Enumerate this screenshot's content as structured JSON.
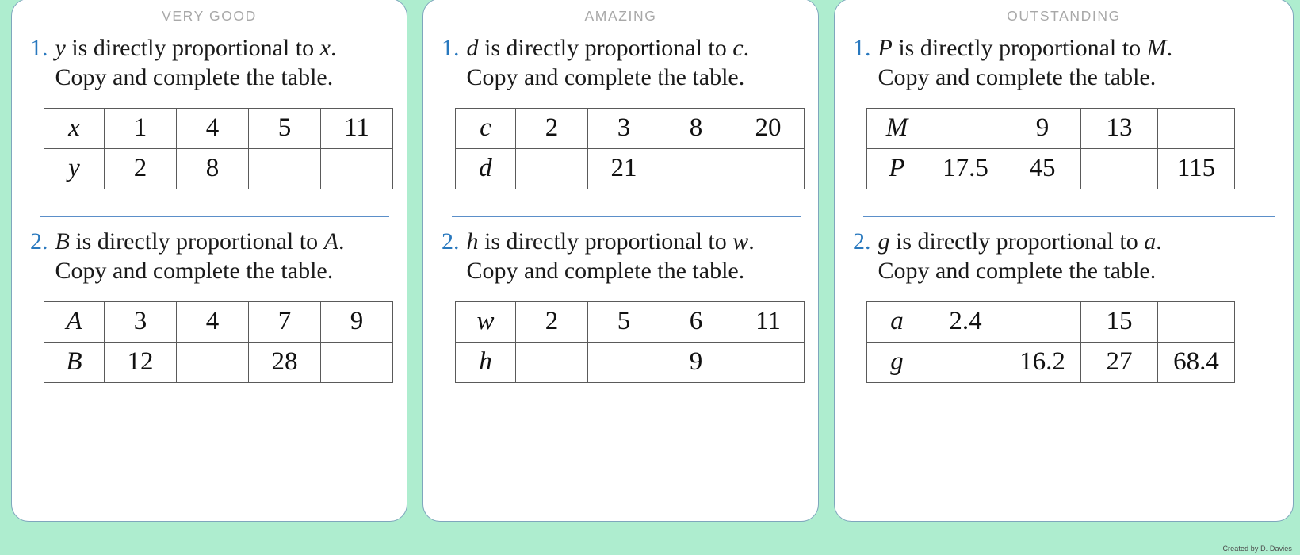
{
  "page": {
    "background_color": "#aeedcf",
    "card_border_color": "#7fa6bd",
    "accent_color": "#2878be",
    "header_color": "#a8a8a8",
    "separator_color": "#5b8fc9",
    "credit": "Created by D. Davies"
  },
  "cards": [
    {
      "header": "VERY GOOD",
      "questions": [
        {
          "number": "1.",
          "line1_pre": "",
          "var_a": "y",
          "line1_mid": " is directly proportional to ",
          "var_b": "x",
          "line1_end": ".",
          "line2": "Copy and complete the table.",
          "table": {
            "row1_label": "x",
            "row1": [
              "1",
              "4",
              "5",
              "11"
            ],
            "row2_label": "y",
            "row2": [
              "2",
              "8",
              "",
              ""
            ]
          }
        },
        {
          "number": "2.",
          "var_a": "B",
          "line1_mid": " is directly proportional to ",
          "var_b": "A",
          "line1_end": ".",
          "line2": "Copy and complete the table.",
          "table": {
            "row1_label": "A",
            "row1": [
              "3",
              "4",
              "7",
              "9"
            ],
            "row2_label": "B",
            "row2": [
              "12",
              "",
              "28",
              ""
            ]
          }
        }
      ]
    },
    {
      "header": "AMAZING",
      "questions": [
        {
          "number": "1.",
          "var_a": "d",
          "line1_mid": " is directly proportional to ",
          "var_b": "c",
          "line1_end": ".",
          "line2": "Copy and complete the table.",
          "table": {
            "row1_label": "c",
            "row1": [
              "2",
              "3",
              "8",
              "20"
            ],
            "row2_label": "d",
            "row2": [
              "",
              "21",
              "",
              ""
            ]
          }
        },
        {
          "number": "2.",
          "var_a": "h",
          "line1_mid": " is directly proportional to ",
          "var_b": "w",
          "line1_end": ".",
          "line2": "Copy and complete the table.",
          "table": {
            "row1_label": "w",
            "row1": [
              "2",
              "5",
              "6",
              "11"
            ],
            "row2_label": "h",
            "row2": [
              "",
              "",
              "9",
              ""
            ]
          }
        }
      ]
    },
    {
      "header": "OUTSTANDING",
      "questions": [
        {
          "number": "1.",
          "var_a": "P",
          "line1_mid": " is directly proportional to ",
          "var_b": "M",
          "line1_end": ".",
          "line2": "Copy and complete the table.",
          "table": {
            "row1_label": "M",
            "row1": [
              "",
              "9",
              "13",
              ""
            ],
            "row2_label": "P",
            "row2": [
              "17.5",
              "45",
              "",
              "115"
            ]
          }
        },
        {
          "number": "2.",
          "var_a": "g",
          "line1_mid": " is directly proportional to ",
          "var_b": "a",
          "line1_end": ".",
          "line2": "Copy and complete the table.",
          "table": {
            "row1_label": "a",
            "row1": [
              "2.4",
              "",
              "15",
              ""
            ],
            "row2_label": "g",
            "row2": [
              "",
              "16.2",
              "27",
              "68.4"
            ]
          }
        }
      ]
    }
  ]
}
